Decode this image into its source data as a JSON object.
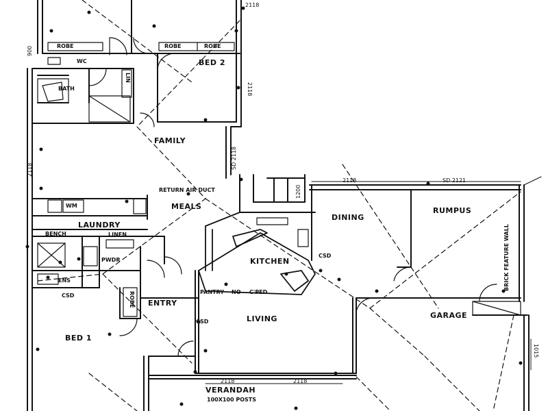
{
  "rooms": {
    "bed2": "BED 2",
    "family": "FAMILY",
    "meals": "MEALS",
    "dining": "DINING",
    "rumpus": "RUMPUS",
    "kitchen": "KITCHEN",
    "living": "LIVING",
    "entry": "ENTRY",
    "bed1": "BED 1",
    "garage": "GARAGE",
    "verandah": "VERANDAH",
    "laundry": "LAUNDRY",
    "bath": "BATH",
    "wc": "WC",
    "ens": "ENS",
    "pwdr": "PWDR"
  },
  "fixtures": {
    "robe_1": "ROBE",
    "robe_2": "ROBE",
    "robe_3": "ROBE",
    "robe_4": "ROBE",
    "linen_1": "LIN",
    "linen_2": "LINEN",
    "bench": "BENCH",
    "wm": "WM",
    "pantry": "PANTRY",
    "pantry_no": "NO",
    "cped": "C'PED",
    "csd_1": "CSD",
    "csd_2": "CSD",
    "csd_3": "CSD",
    "return_air_duct": "RETURN AIR DUCT",
    "brick_feature_wall": "BRICK FEATURE WALL",
    "posts": "100X100 POSTS"
  },
  "dimensions": {
    "d_2118_top_right": "2118",
    "d_2118_bed2_side": "2118",
    "d_2118_family_left": "2118",
    "d_2118_sd": "SD 2118",
    "d_2118_dining": "2118",
    "d_sd_2121": "SD 2121",
    "d_1200": "1200",
    "d_900": "900",
    "d_2118_ver_1": "2118",
    "d_2118_ver_2": "2118",
    "d_1015": "1015"
  }
}
